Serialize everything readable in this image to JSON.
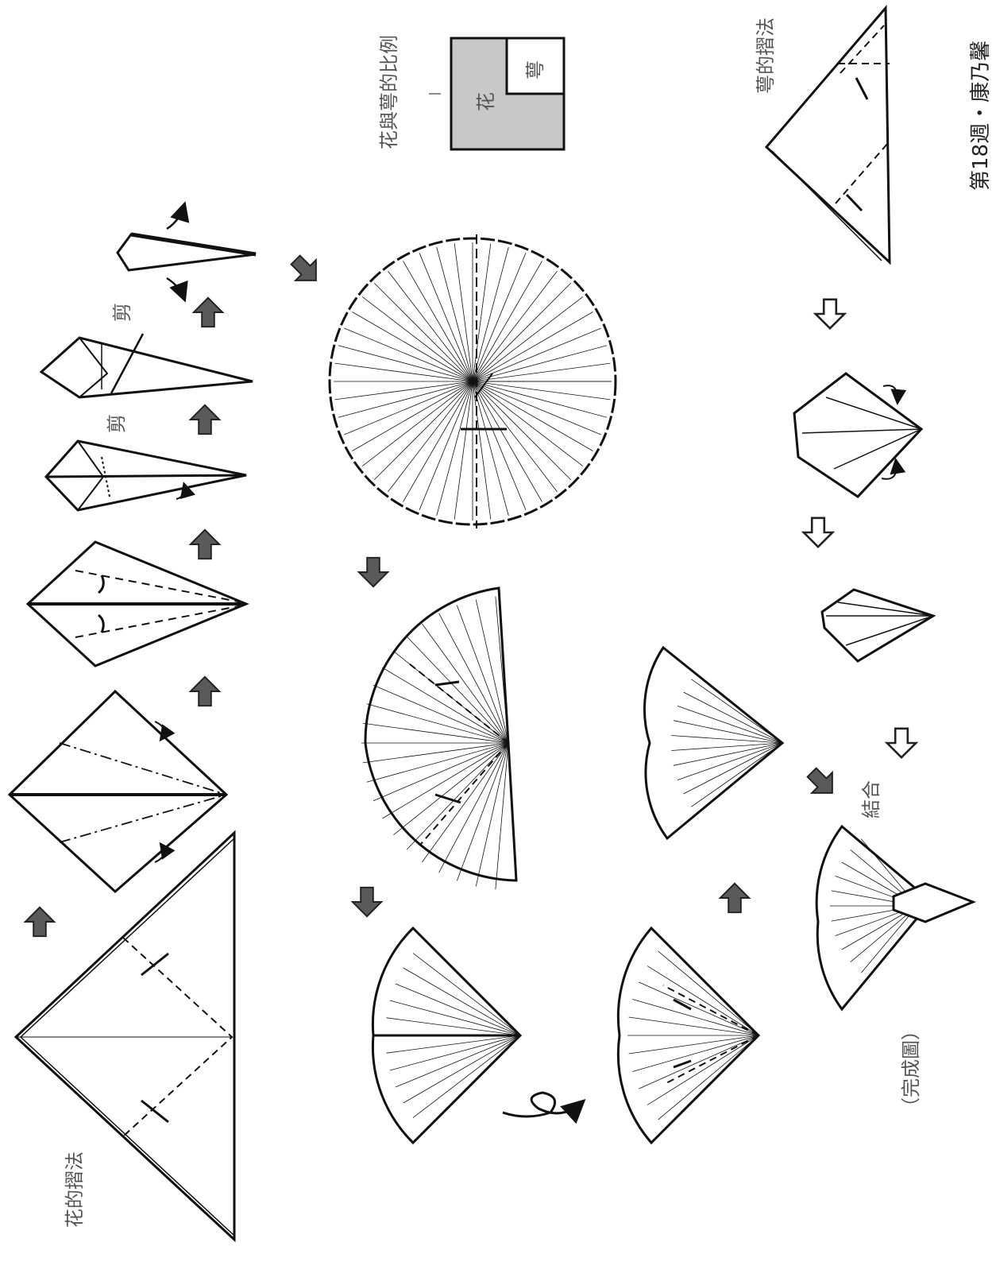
{
  "labels": {
    "flower_fold": "花的摺法",
    "calyx_fold": "萼的摺法",
    "ratio": "花與萼的比例",
    "ratio_flower": "花",
    "ratio_calyx": "萼",
    "cut": "剪",
    "combine": "結合",
    "completed": "（完成圖）",
    "page_header": "第18週・康乃馨"
  },
  "colors": {
    "line": "#111111",
    "arrow_fill": "#5a5a5a",
    "ratio_fill": "#c8c8c8",
    "label_text": "#555555"
  }
}
